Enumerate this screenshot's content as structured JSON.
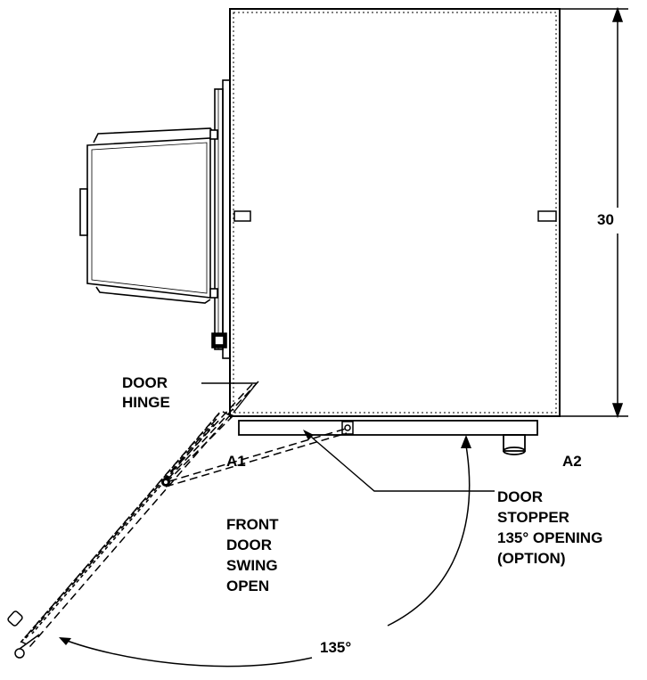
{
  "labels": {
    "dimension": "30",
    "door_hinge_line1": "DOOR",
    "door_hinge_line2": "HINGE",
    "a1": "A1",
    "a2": "A2",
    "front_swing_line1": "FRONT",
    "front_swing_line2": "DOOR",
    "front_swing_line3": "SWING",
    "front_swing_line4": "OPEN",
    "stopper_line1": "DOOR",
    "stopper_line2": "STOPPER",
    "stopper_line3": "135° OPENING",
    "stopper_line4": "(OPTION)",
    "angle": "135°"
  },
  "colors": {
    "ink": "#000000",
    "paper": "#ffffff"
  }
}
